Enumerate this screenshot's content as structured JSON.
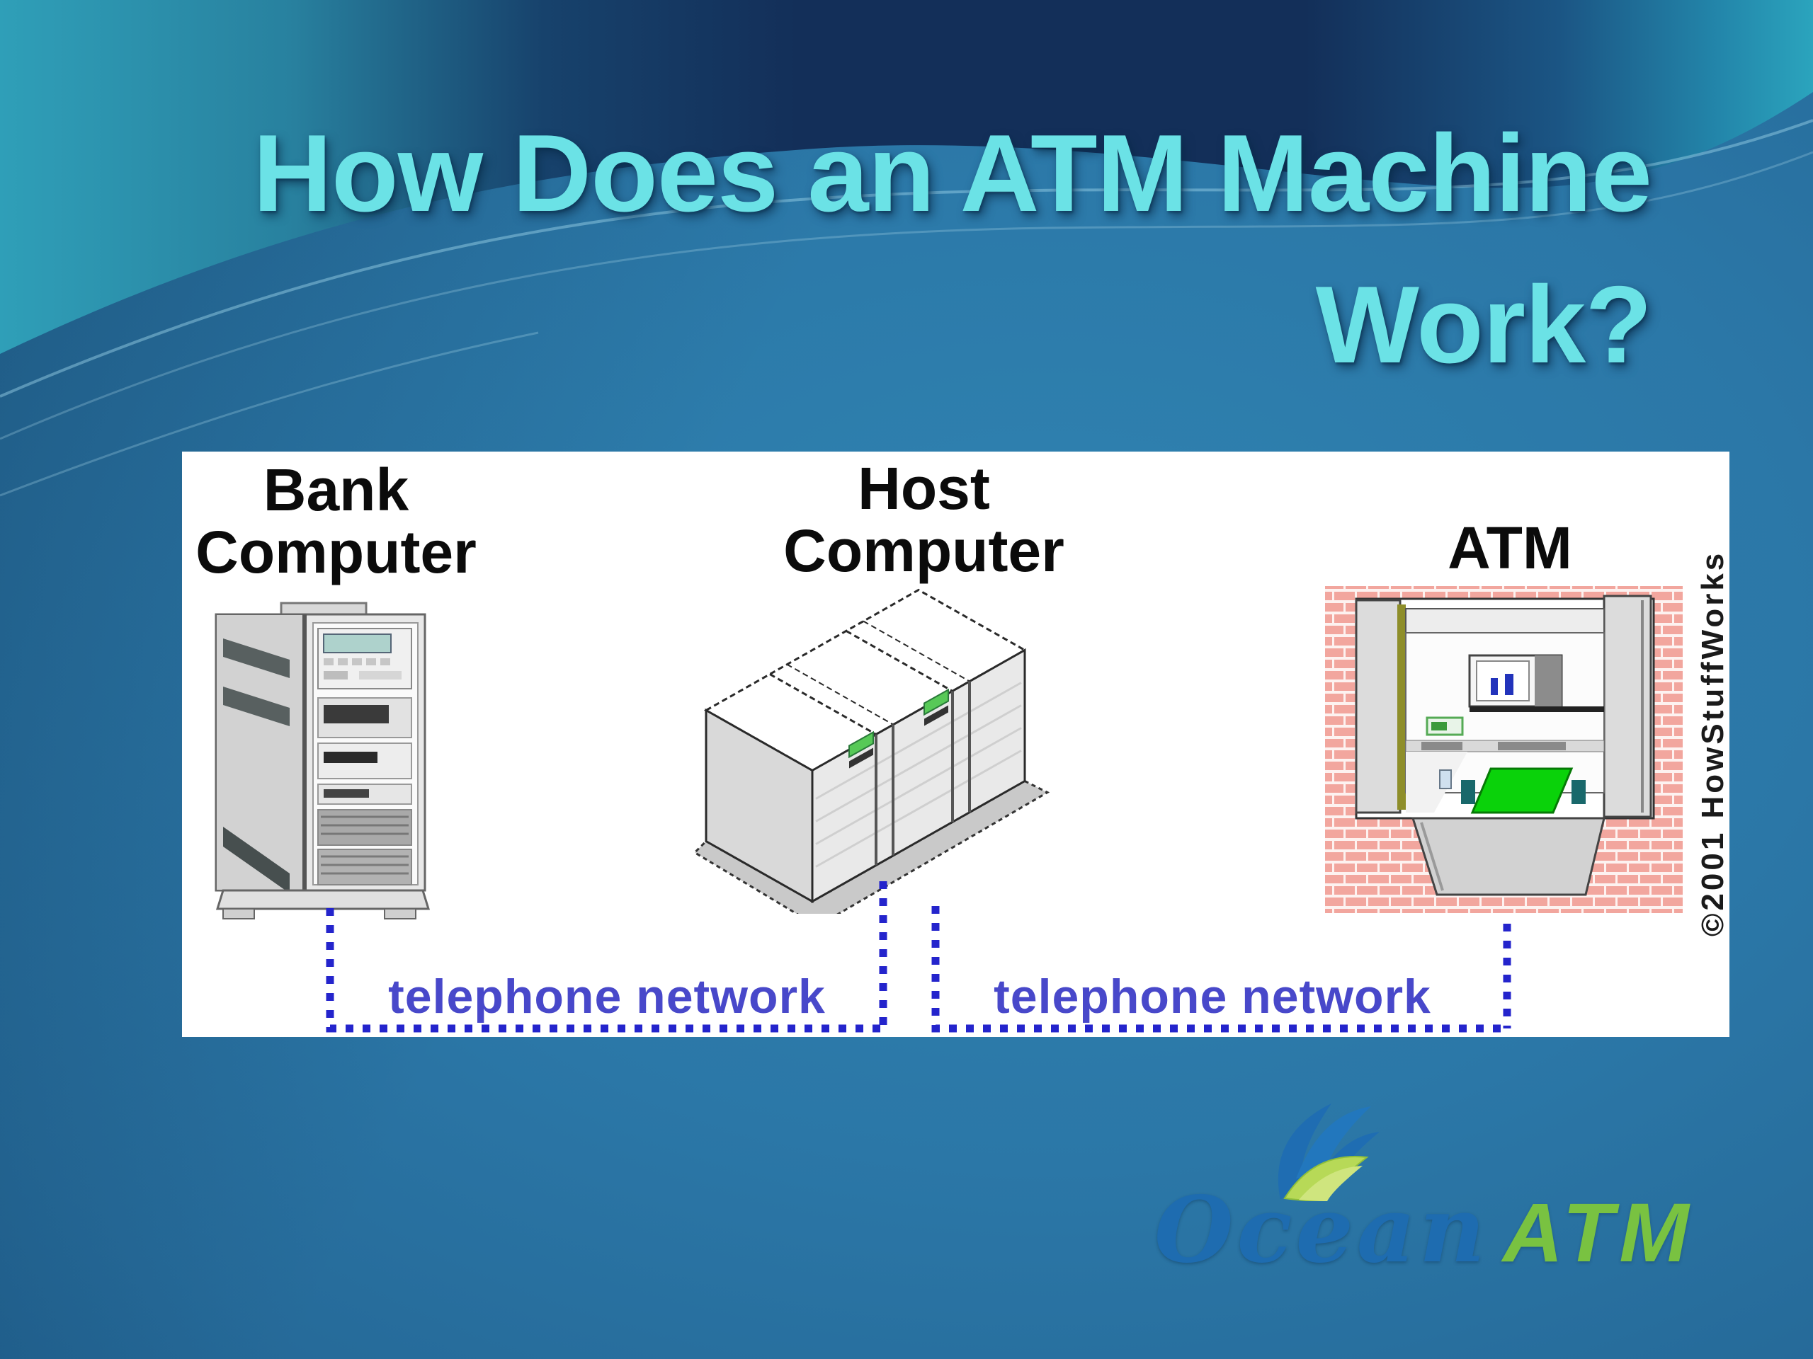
{
  "title": {
    "line1": "How Does an ATM Machine",
    "line2": "Work?",
    "color": "#6be2e6"
  },
  "diagram": {
    "bank_label": {
      "line1": "Bank",
      "line2": "Computer"
    },
    "host_label": {
      "line1": "Host",
      "line2": "Computer"
    },
    "atm_label": "ATM",
    "telephone_left": "telephone network",
    "telephone_right": "telephone network",
    "credit": "©2001 HowStuffWorks",
    "colors": {
      "panel_bg": "#ffffff",
      "dotted_line": "#2424cc",
      "network_label": "#4848ca",
      "label_text": "#0b0b0b",
      "brick": "#f2a69e",
      "atm_pad_green": "#0ad20a"
    }
  },
  "logo": {
    "ocean": "Ocean",
    "atm": "ATM",
    "ocean_color": "#1e6cb0",
    "atm_color": "#79c241",
    "icon": "ocean-atm-leaf-icon"
  },
  "background": {
    "top_wave_navy": "#132f59",
    "top_wave_teal": "#2f9fb8",
    "base_blue": "#2a74a4"
  }
}
